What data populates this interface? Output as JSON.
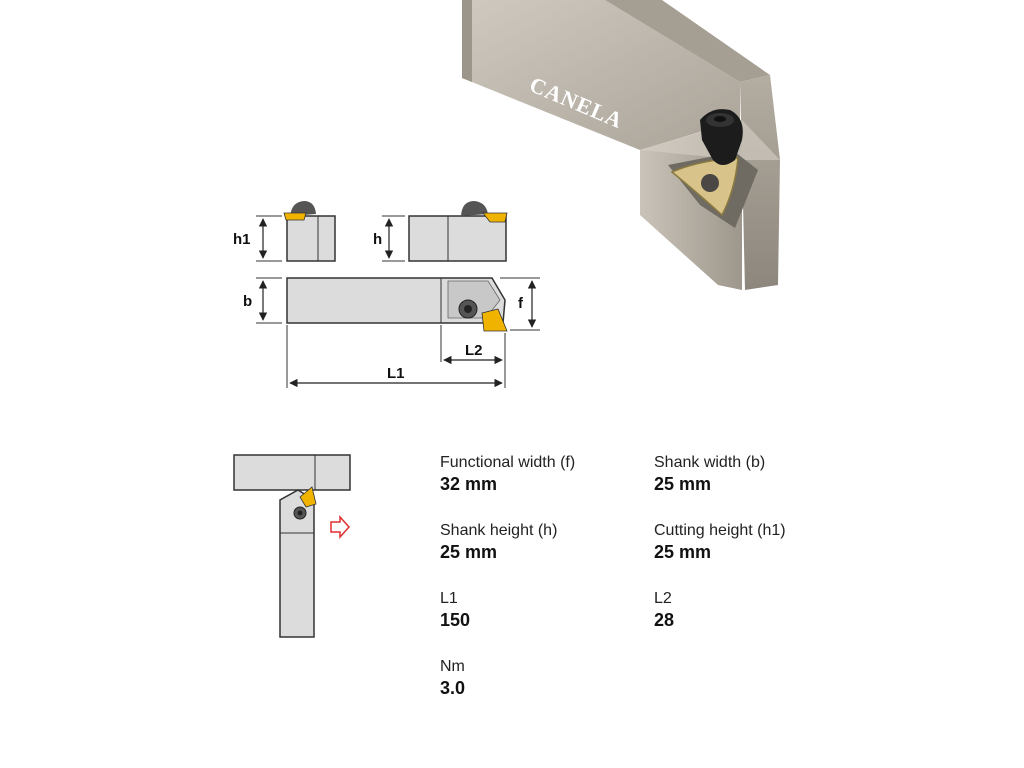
{
  "product": {
    "brand": "CANELA"
  },
  "dimension_labels": {
    "h1": "h1",
    "h": "h",
    "b": "b",
    "f": "f",
    "L1": "L1",
    "L2": "L2"
  },
  "specs": [
    {
      "label": "Functional width (f)",
      "value": "32 mm"
    },
    {
      "label": "Shank width (b)",
      "value": "25 mm"
    },
    {
      "label": "Shank height (h)",
      "value": "25 mm"
    },
    {
      "label": "Cutting height (h1)",
      "value": "25 mm"
    },
    {
      "label": "L1",
      "value": "150"
    },
    {
      "label": "L2",
      "value": "28"
    },
    {
      "label": "Nm",
      "value": "3.0"
    }
  ],
  "colors": {
    "shank_fill": "#d9d9d9",
    "outline": "#333333",
    "insert_yellow": "#f0b400",
    "arrow_red": "#e03030",
    "photo_steel": "#bdb6ac"
  }
}
